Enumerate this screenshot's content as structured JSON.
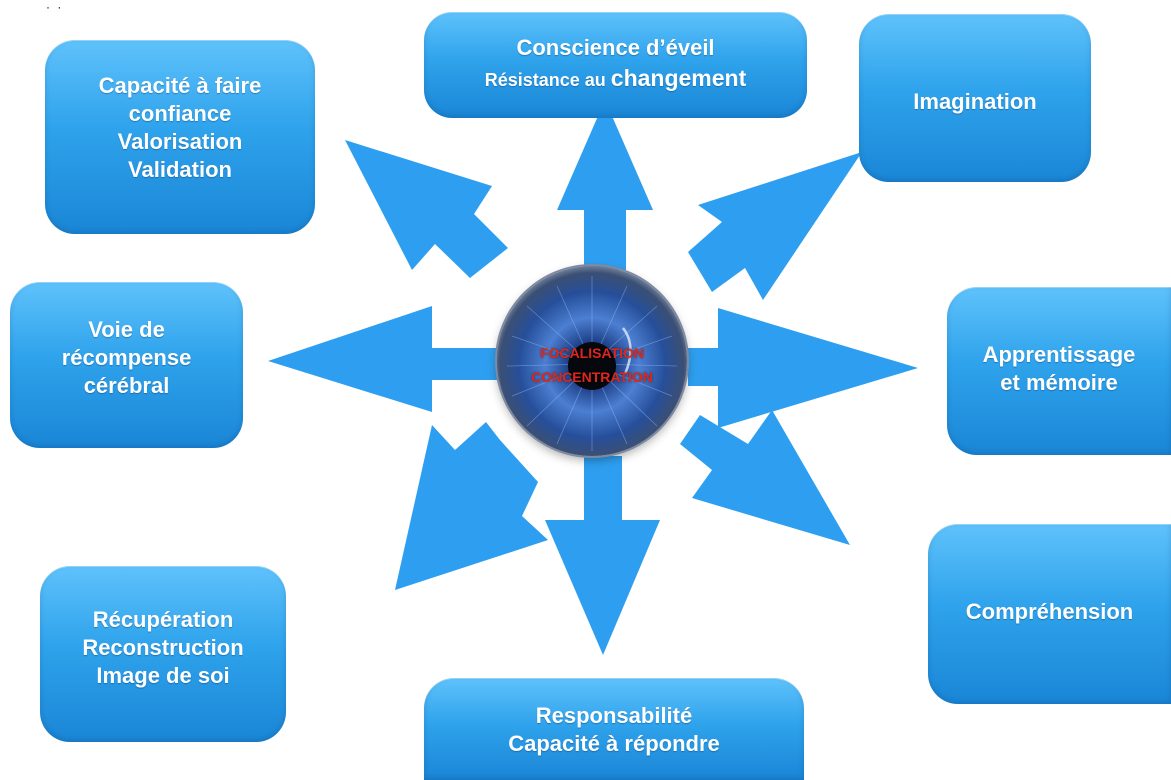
{
  "center": {
    "line1": "FOCALISATION",
    "line2": "CONCENTRATION"
  },
  "boxes": {
    "top": {
      "line1": "Conscience d’éveil",
      "line2a": "Résistance au ",
      "line2b": "changement"
    },
    "top_left": {
      "lines": [
        "Capacité à faire",
        "confiance",
        "Valorisation",
        "Validation"
      ]
    },
    "top_right": {
      "label": "Imagination"
    },
    "left": {
      "lines": [
        "Voie de",
        "récompense",
        "cérébral"
      ]
    },
    "right": {
      "lines": [
        "Apprentissage",
        "et mémoire"
      ]
    },
    "bottom_left": {
      "lines": [
        "Récupération",
        "Reconstruction",
        "Image de soi"
      ]
    },
    "bottom_right": {
      "label": "Compréhension"
    },
    "bottom": {
      "lines": [
        "Responsabilité",
        "Capacité à répondre"
      ]
    }
  },
  "colors": {
    "arrow": "#2e9ff0",
    "box_top": "#5fc2fb",
    "box_bottom": "#1a86d6",
    "center_text": "#e0261b"
  }
}
